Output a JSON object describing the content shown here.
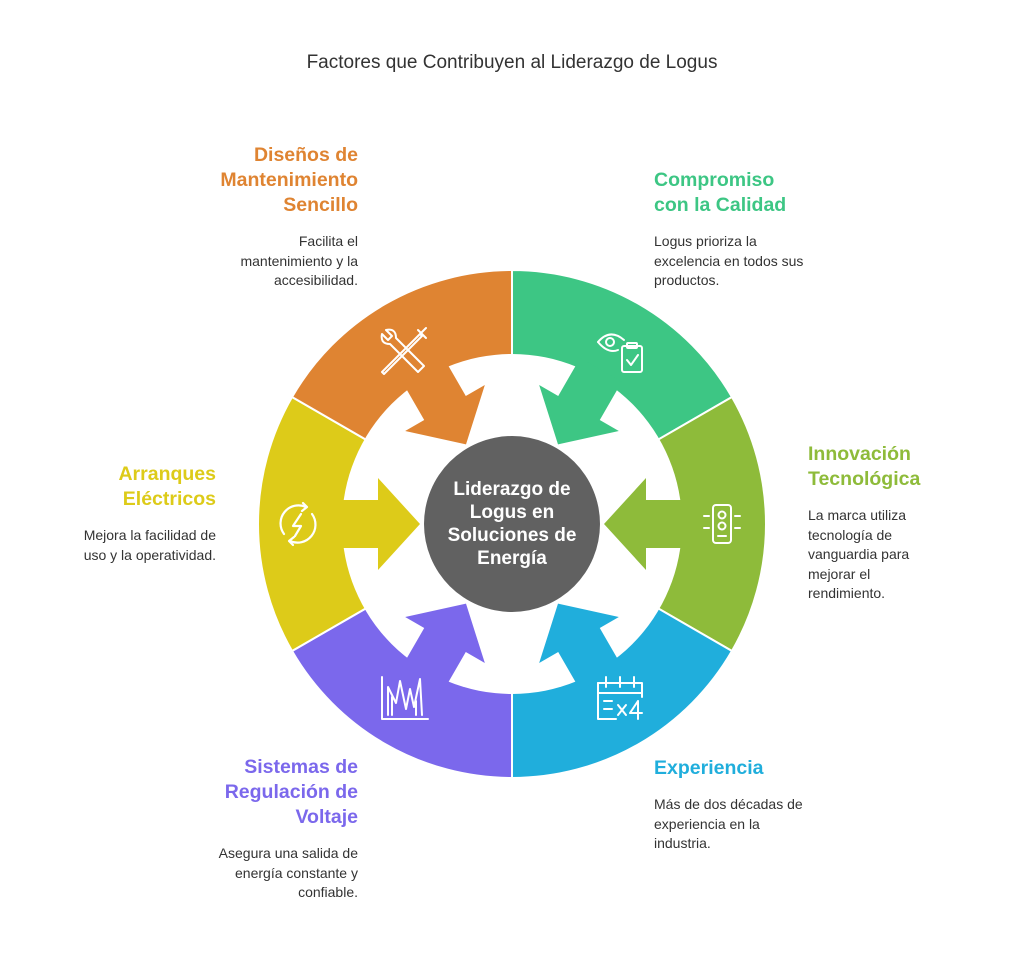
{
  "title": "Factores que Contribuyen al Liderazgo de Logus",
  "center": {
    "label": "Liderazgo de Logus en Soluciones de Energía",
    "color": "#616161"
  },
  "factors": [
    {
      "key": "calidad",
      "title": "Compromiso con la Calidad",
      "description": "Logus prioriza la excelencia en todos sus productos.",
      "color": "#3DC684",
      "icon": "eye-clipboard-check-icon"
    },
    {
      "key": "innovacion",
      "title": "Innovación Tecnológica",
      "description": "La marca utiliza tecnología de vanguardia para mejorar el rendimiento.",
      "color": "#8EBB3A",
      "icon": "traffic-light-chip-icon"
    },
    {
      "key": "experiencia",
      "title": "Experiencia",
      "description": "Más de dos décadas de experiencia en la industria.",
      "color": "#20AEDC",
      "icon": "calendar-times-four-icon"
    },
    {
      "key": "regulacion",
      "title": "Sistemas de Regulación de Voltaje",
      "description": "Asegura una salida de energía constante y confiable.",
      "color": "#7B68EC",
      "icon": "voltage-waveform-icon"
    },
    {
      "key": "arranques",
      "title": "Arranques Eléctricos",
      "description": "Mejora la facilidad de uso y la operatividad.",
      "color": "#DDCB19",
      "icon": "lightning-cycle-icon"
    },
    {
      "key": "mantenimiento",
      "title": "Diseños de Mantenimiento Sencillo",
      "description": "Facilita el mantenimiento y la accesibilidad.",
      "color": "#DF8432",
      "icon": "wrench-screwdriver-icon"
    }
  ]
}
